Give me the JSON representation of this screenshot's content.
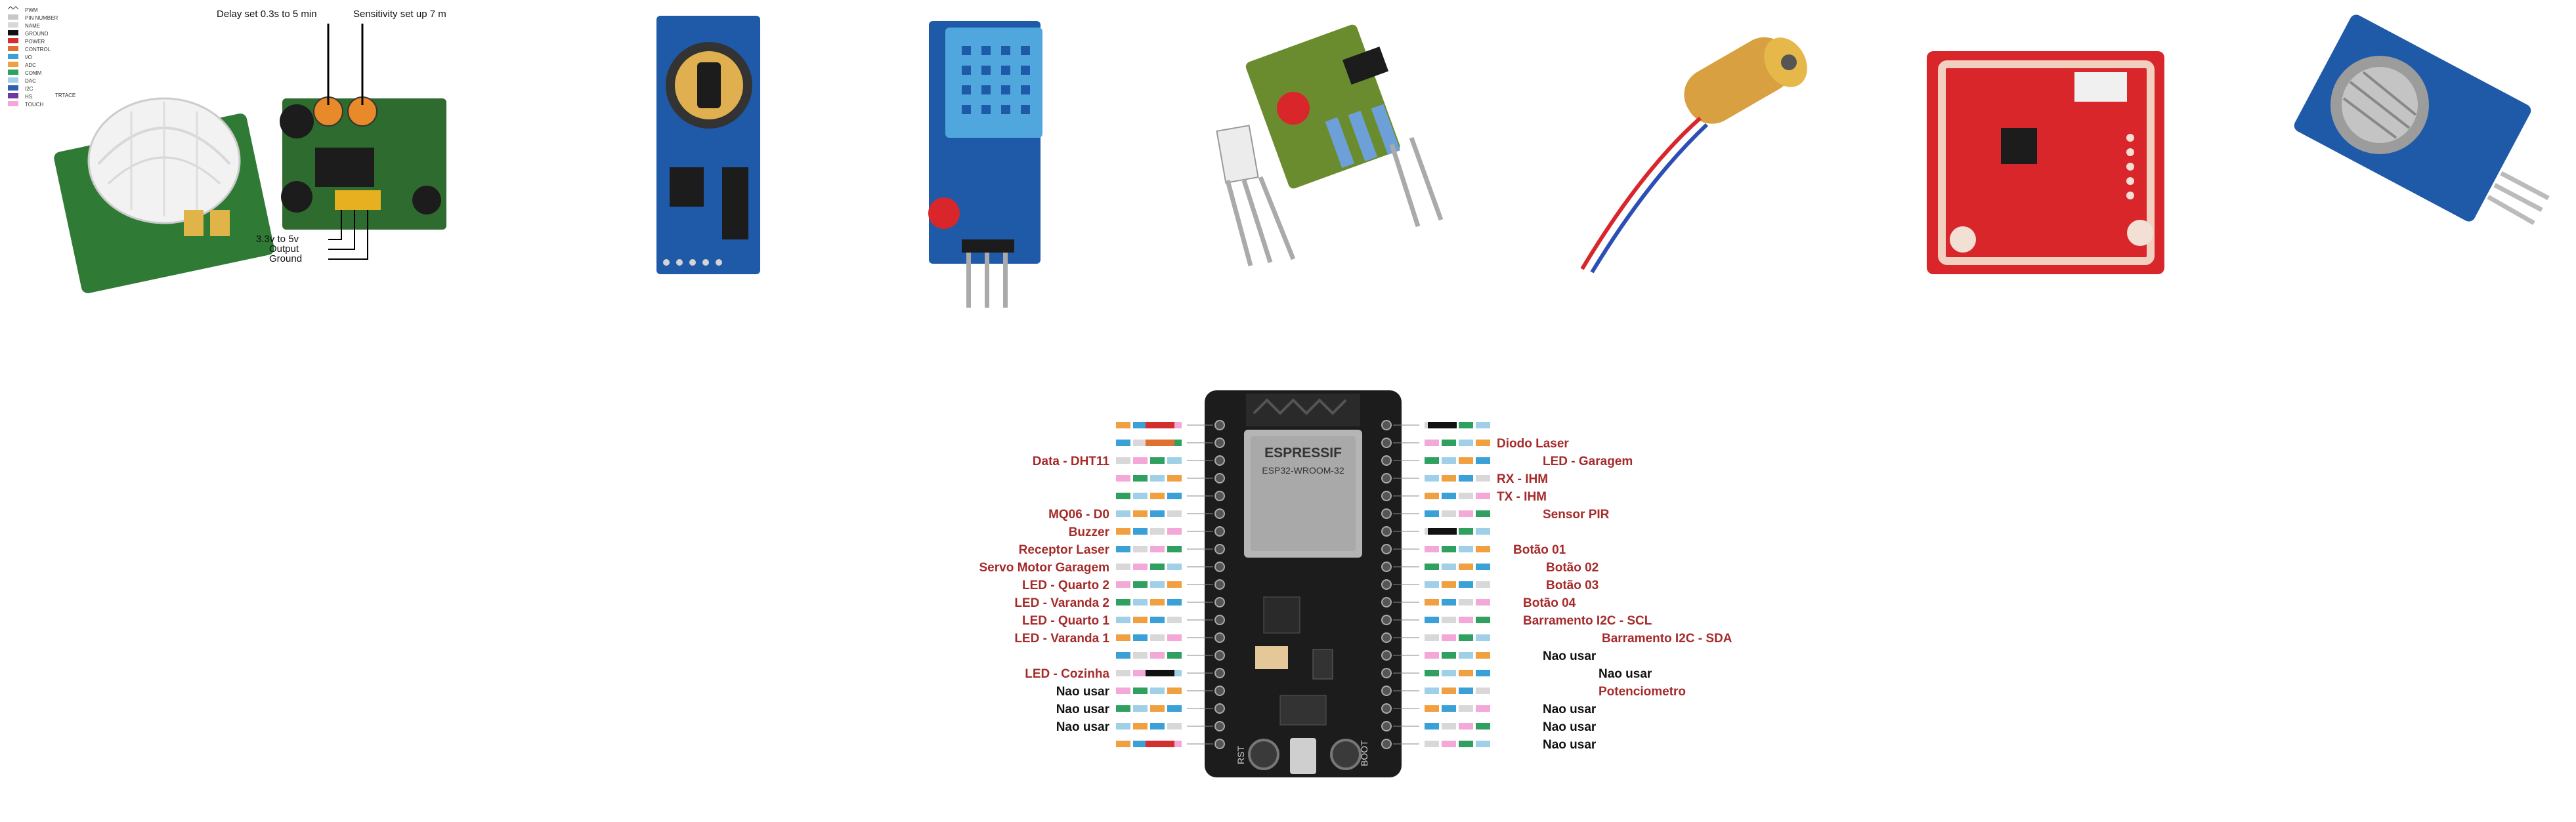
{
  "legend": {
    "items": [
      {
        "label": "PWM",
        "color": "none"
      },
      {
        "label": "PIN NUMBER",
        "color": "#c8c8c8"
      },
      {
        "label": "NAME",
        "color": "#d8d8d8"
      },
      {
        "label": "GROUND",
        "color": "#111111"
      },
      {
        "label": "POWER",
        "color": "#d32f2f"
      },
      {
        "label": "CONTROL",
        "color": "#e07030"
      },
      {
        "label": "I/O",
        "color": "#3aa0d8"
      },
      {
        "label": "ADC",
        "color": "#f0a040"
      },
      {
        "label": "COMM",
        "color": "#30a060"
      },
      {
        "label": "DAC",
        "color": "#9fd0e8"
      },
      {
        "label": "I2C",
        "color": "#2e5fb0"
      },
      {
        "label": "HS",
        "color": "#6a3aa0"
      },
      {
        "label": "TOUCH",
        "color": "#f4a8d8"
      }
    ],
    "extra": "TRTACE"
  },
  "pir": {
    "delay_label": "Delay set 0.3s to 5 min",
    "sensitivity_label": "Sensitivity set up 7 m",
    "pins": [
      "3.3v to 5v",
      "Output",
      "Ground"
    ]
  },
  "board": {
    "brand": "ESPRESSIF",
    "model": "ESP32-WROOM-32",
    "rst_label": "RST",
    "boot_label": "BOOT"
  },
  "left_labels": [
    {
      "text": "Data - DHT11",
      "color": "#a52a2a"
    },
    {
      "text": "MQ06 - D0",
      "color": "#a52a2a"
    },
    {
      "text": "Buzzer",
      "color": "#a52a2a"
    },
    {
      "text": "Receptor Laser",
      "color": "#a52a2a"
    },
    {
      "text": "Servo Motor Garagem",
      "color": "#a52a2a"
    },
    {
      "text": "LED - Quarto 2",
      "color": "#a52a2a"
    },
    {
      "text": "LED - Varanda 2",
      "color": "#a52a2a"
    },
    {
      "text": "LED - Quarto 1",
      "color": "#a52a2a"
    },
    {
      "text": "LED - Varanda 1",
      "color": "#a52a2a"
    },
    {
      "text": "LED - Cozinha",
      "color": "#a52a2a"
    },
    {
      "text": "Nao usar",
      "color": "#111111"
    },
    {
      "text": "Nao usar",
      "color": "#111111"
    },
    {
      "text": "Nao usar",
      "color": "#111111"
    }
  ],
  "right_labels": [
    {
      "text": "Diodo Laser",
      "color": "#a52a2a"
    },
    {
      "text": "LED - Garagem",
      "color": "#a52a2a"
    },
    {
      "text": "RX - IHM",
      "color": "#a52a2a"
    },
    {
      "text": "TX - IHM",
      "color": "#a52a2a"
    },
    {
      "text": "Sensor PIR",
      "color": "#a52a2a"
    },
    {
      "text": "Botão 01",
      "color": "#a52a2a"
    },
    {
      "text": "Botão 02",
      "color": "#a52a2a"
    },
    {
      "text": "Botão 03",
      "color": "#a52a2a"
    },
    {
      "text": "Botão 04",
      "color": "#a52a2a"
    },
    {
      "text": "Barramento I2C - SCL",
      "color": "#a52a2a"
    },
    {
      "text": "Barramento I2C - SDA",
      "color": "#a52a2a"
    },
    {
      "text": "Nao usar",
      "color": "#111111"
    },
    {
      "text": "Nao usar",
      "color": "#111111"
    },
    {
      "text": "Potenciometro",
      "color": "#a52a2a"
    },
    {
      "text": "Nao usar",
      "color": "#111111"
    },
    {
      "text": "Nao usar",
      "color": "#111111"
    },
    {
      "text": "Nao usar",
      "color": "#111111"
    }
  ],
  "colors": {
    "board_black": "#1c1c1c",
    "module_blue": "#1f5aa8",
    "pcb_green": "#2f7a35",
    "rfid_red": "#d8262b",
    "label_red": "#a52a2a"
  }
}
